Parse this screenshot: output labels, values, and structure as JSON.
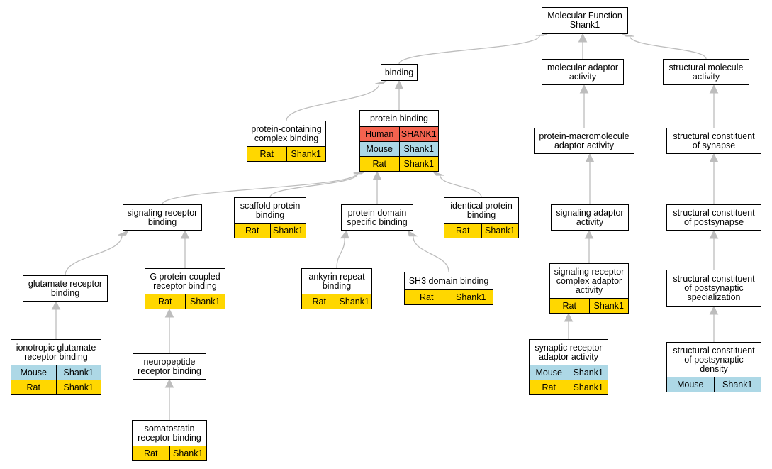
{
  "colors": {
    "edge": "#bdbdbd",
    "Human": "#f4634f",
    "Mouse": "#add8e6",
    "Rat": "#ffd700"
  },
  "nodes": [
    {
      "id": "mf_shank1",
      "label": "Molecular Function\nShank1",
      "rows": []
    },
    {
      "id": "binding",
      "label": "binding",
      "rows": []
    },
    {
      "id": "molecular_adaptor_activity",
      "label": "molecular adaptor\nactivity",
      "rows": []
    },
    {
      "id": "structural_molecule_activity",
      "label": "structural molecule\nactivity",
      "rows": []
    },
    {
      "id": "protein_containing_complex_binding",
      "label": "protein-containing\ncomplex binding",
      "rows": [
        {
          "species": "Rat",
          "gene": "Shank1"
        }
      ]
    },
    {
      "id": "protein_binding",
      "label": "protein binding",
      "rows": [
        {
          "species": "Human",
          "gene": "SHANK1"
        },
        {
          "species": "Mouse",
          "gene": "Shank1"
        },
        {
          "species": "Rat",
          "gene": "Shank1"
        }
      ]
    },
    {
      "id": "protein_macromolecule_adaptor_activity",
      "label": "protein-macromolecule\nadaptor activity",
      "rows": []
    },
    {
      "id": "structural_constituent_of_synapse",
      "label": "structural constituent\nof synapse",
      "rows": []
    },
    {
      "id": "signaling_receptor_binding",
      "label": "signaling receptor\nbinding",
      "rows": []
    },
    {
      "id": "scaffold_protein_binding",
      "label": "scaffold protein\nbinding",
      "rows": [
        {
          "species": "Rat",
          "gene": "Shank1"
        }
      ]
    },
    {
      "id": "protein_domain_specific_binding",
      "label": "protein domain\nspecific binding",
      "rows": []
    },
    {
      "id": "identical_protein_binding",
      "label": "identical protein\nbinding",
      "rows": [
        {
          "species": "Rat",
          "gene": "Shank1"
        }
      ]
    },
    {
      "id": "signaling_adaptor_activity",
      "label": "signaling adaptor\nactivity",
      "rows": []
    },
    {
      "id": "structural_constituent_of_postsynapse",
      "label": "structural constituent\nof postsynapse",
      "rows": []
    },
    {
      "id": "glutamate_receptor_binding",
      "label": "glutamate receptor\nbinding",
      "rows": []
    },
    {
      "id": "g_protein_coupled_receptor_binding",
      "label": "G protein-coupled\nreceptor binding",
      "rows": [
        {
          "species": "Rat",
          "gene": "Shank1"
        }
      ]
    },
    {
      "id": "ankyrin_repeat_binding",
      "label": "ankyrin repeat\nbinding",
      "rows": [
        {
          "species": "Rat",
          "gene": "Shank1"
        }
      ]
    },
    {
      "id": "sh3_domain_binding",
      "label": "SH3 domain binding",
      "rows": [
        {
          "species": "Rat",
          "gene": "Shank1"
        }
      ]
    },
    {
      "id": "signaling_receptor_complex_adaptor_activity",
      "label": "signaling receptor\ncomplex adaptor\nactivity",
      "rows": [
        {
          "species": "Rat",
          "gene": "Shank1"
        }
      ]
    },
    {
      "id": "structural_constituent_of_postsynaptic_specialization",
      "label": "structural constituent\nof postsynaptic\nspecialization",
      "rows": []
    },
    {
      "id": "ionotropic_glutamate_receptor_binding",
      "label": "ionotropic glutamate\nreceptor binding",
      "rows": [
        {
          "species": "Mouse",
          "gene": "Shank1"
        },
        {
          "species": "Rat",
          "gene": "Shank1"
        }
      ]
    },
    {
      "id": "neuropeptide_receptor_binding",
      "label": "neuropeptide\nreceptor binding",
      "rows": []
    },
    {
      "id": "synaptic_receptor_adaptor_activity",
      "label": "synaptic receptor\nadaptor activity",
      "rows": [
        {
          "species": "Mouse",
          "gene": "Shank1"
        },
        {
          "species": "Rat",
          "gene": "Shank1"
        }
      ]
    },
    {
      "id": "structural_constituent_of_postsynaptic_density",
      "label": "structural constituent\nof postsynaptic\ndensity",
      "rows": [
        {
          "species": "Mouse",
          "gene": "Shank1"
        }
      ]
    },
    {
      "id": "somatostatin_receptor_binding",
      "label": "somatostatin\nreceptor binding",
      "rows": [
        {
          "species": "Rat",
          "gene": "Shank1"
        }
      ]
    }
  ],
  "edges": [
    {
      "from": "binding",
      "to": "mf_shank1"
    },
    {
      "from": "molecular_adaptor_activity",
      "to": "mf_shank1"
    },
    {
      "from": "structural_molecule_activity",
      "to": "mf_shank1"
    },
    {
      "from": "protein_containing_complex_binding",
      "to": "binding"
    },
    {
      "from": "protein_binding",
      "to": "binding"
    },
    {
      "from": "protein_macromolecule_adaptor_activity",
      "to": "molecular_adaptor_activity"
    },
    {
      "from": "structural_constituent_of_synapse",
      "to": "structural_molecule_activity"
    },
    {
      "from": "signaling_receptor_binding",
      "to": "protein_binding"
    },
    {
      "from": "scaffold_protein_binding",
      "to": "protein_binding"
    },
    {
      "from": "protein_domain_specific_binding",
      "to": "protein_binding"
    },
    {
      "from": "identical_protein_binding",
      "to": "protein_binding"
    },
    {
      "from": "signaling_adaptor_activity",
      "to": "protein_macromolecule_adaptor_activity"
    },
    {
      "from": "structural_constituent_of_postsynapse",
      "to": "structural_constituent_of_synapse"
    },
    {
      "from": "glutamate_receptor_binding",
      "to": "signaling_receptor_binding"
    },
    {
      "from": "g_protein_coupled_receptor_binding",
      "to": "signaling_receptor_binding"
    },
    {
      "from": "ankyrin_repeat_binding",
      "to": "protein_domain_specific_binding"
    },
    {
      "from": "sh3_domain_binding",
      "to": "protein_domain_specific_binding"
    },
    {
      "from": "signaling_receptor_complex_adaptor_activity",
      "to": "signaling_adaptor_activity"
    },
    {
      "from": "structural_constituent_of_postsynaptic_specialization",
      "to": "structural_constituent_of_postsynapse"
    },
    {
      "from": "ionotropic_glutamate_receptor_binding",
      "to": "glutamate_receptor_binding"
    },
    {
      "from": "neuropeptide_receptor_binding",
      "to": "g_protein_coupled_receptor_binding"
    },
    {
      "from": "synaptic_receptor_adaptor_activity",
      "to": "signaling_receptor_complex_adaptor_activity"
    },
    {
      "from": "structural_constituent_of_postsynaptic_density",
      "to": "structural_constituent_of_postsynaptic_specialization"
    },
    {
      "from": "somatostatin_receptor_binding",
      "to": "neuropeptide_receptor_binding"
    }
  ]
}
